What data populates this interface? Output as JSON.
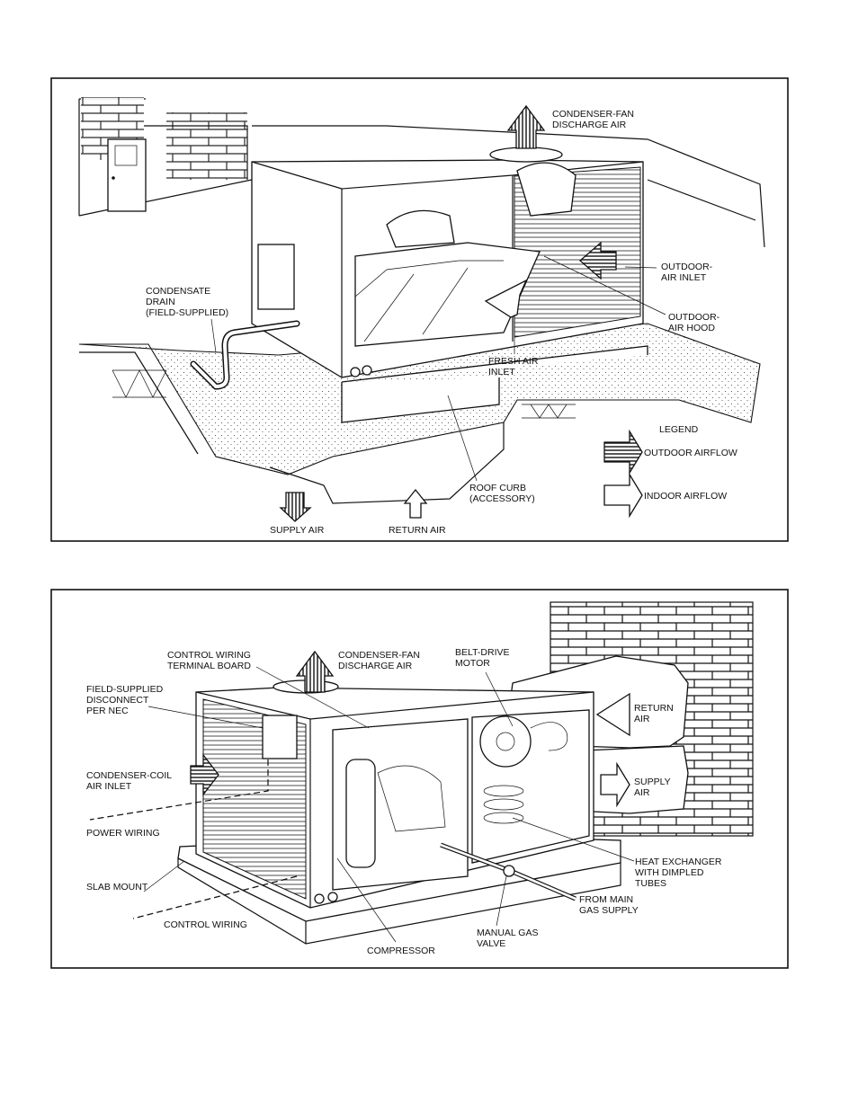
{
  "figure_top": {
    "labels": {
      "condenser_fan_discharge": [
        "CONDENSER-FAN",
        "DISCHARGE AIR"
      ],
      "outdoor_air_inlet": [
        "OUTDOOR-",
        "AIR INLET"
      ],
      "outdoor_air_hood": [
        "OUTDOOR-",
        "AIR HOOD"
      ],
      "condensate_drain": [
        "CONDENSATE",
        "DRAIN",
        "(FIELD-SUPPLIED)"
      ],
      "fresh_air_inlet": [
        "FRESH AIR",
        "INLET"
      ],
      "roof_curb": [
        "ROOF CURB",
        "(ACCESSORY)"
      ],
      "supply_air": "SUPPLY AIR",
      "return_air": "RETURN AIR"
    },
    "legend": {
      "title": "LEGEND",
      "outdoor_airflow": "OUTDOOR AIRFLOW",
      "indoor_airflow": "INDOOR AIRFLOW"
    }
  },
  "figure_bottom": {
    "labels": {
      "control_wiring_terminal_board": [
        "CONTROL WIRING",
        "TERMINAL BOARD"
      ],
      "condenser_fan_discharge": [
        "CONDENSER-FAN",
        "DISCHARGE AIR"
      ],
      "belt_drive_motor": [
        "BELT-DRIVE",
        "MOTOR"
      ],
      "field_supplied_disconnect": [
        "FIELD-SUPPLIED",
        "DISCONNECT",
        "PER NEC"
      ],
      "return_air": [
        "RETURN",
        "AIR"
      ],
      "supply_air": [
        "SUPPLY",
        "AIR"
      ],
      "condenser_coil_air_inlet": [
        "CONDENSER-COIL",
        "AIR INLET"
      ],
      "power_wiring": "POWER WIRING",
      "slab_mount": "SLAB MOUNT",
      "heat_exchanger": [
        "HEAT EXCHANGER",
        "WITH DIMPLED",
        "TUBES"
      ],
      "from_main_gas_supply": [
        "FROM MAIN",
        "GAS SUPPLY"
      ],
      "control_wiring": "CONTROL WIRING",
      "manual_gas_valve": [
        "MANUAL GAS",
        "VALVE"
      ],
      "compressor": "COMPRESSOR"
    }
  }
}
